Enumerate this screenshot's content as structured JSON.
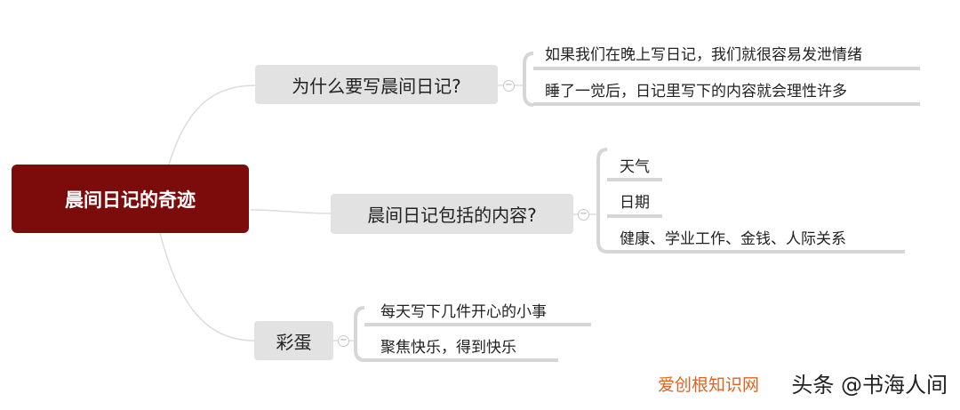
{
  "root": {
    "label": "晨间日记的奇迹",
    "color": "#7c0c0c"
  },
  "branches": [
    {
      "label": "为什么要写晨间日记?",
      "leaves": [
        "如果我们在晚上写日记，我们就很容易发泄情绪",
        "睡了一觉后，日记里写下的内容就会理性许多"
      ]
    },
    {
      "label": "晨间日记包括的内容?",
      "leaves": [
        "天气",
        "日期",
        "健康、学业工作、金钱、人际关系"
      ]
    },
    {
      "label": "彩蛋",
      "leaves": [
        "每天写下几件开心的小事",
        "聚焦快乐，得到快乐"
      ]
    }
  ],
  "toggle_symbol": "−",
  "watermark": {
    "text": "头条 @书海人间",
    "overlay": "爱创根知识网",
    "overlay_color": "#e0641e"
  }
}
